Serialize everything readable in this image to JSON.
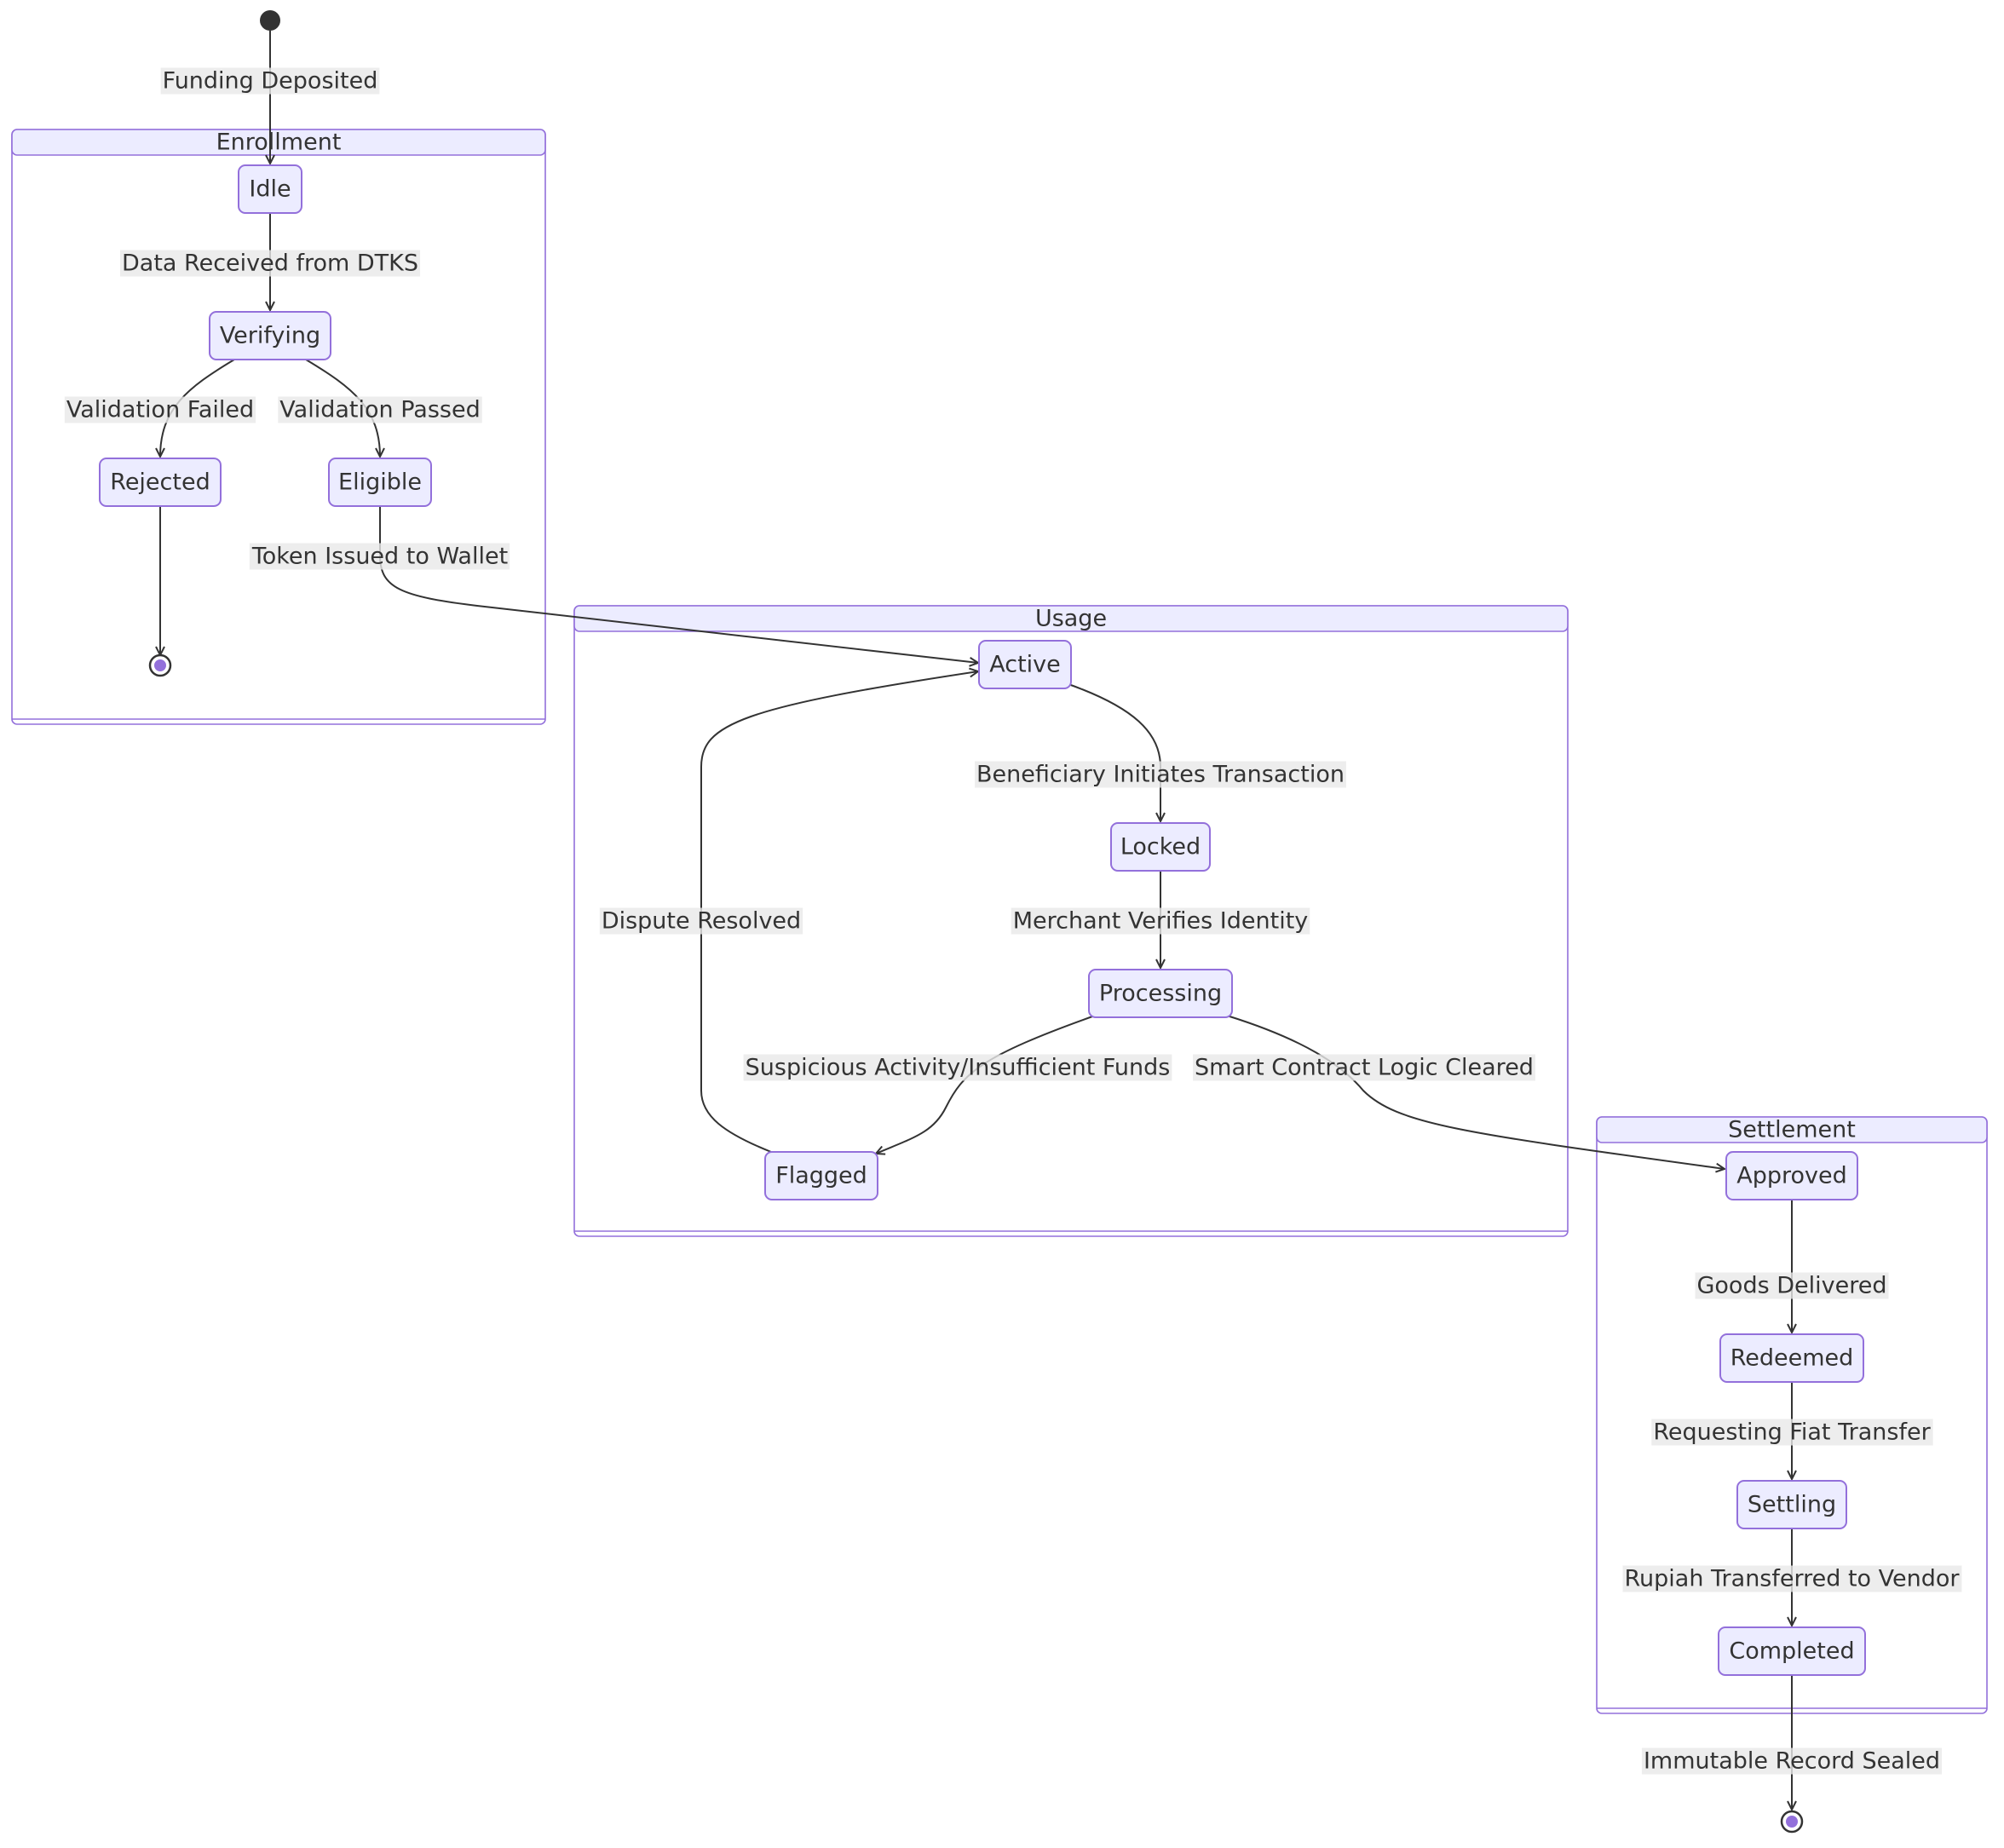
{
  "colors": {
    "state_fill": "#ececff",
    "state_stroke": "#9370db",
    "edge": "#333333",
    "text": "#333333",
    "label_bg": "#e8e8e8",
    "end_inner": "#9370db"
  },
  "clusters": {
    "enrollment": "Enrollment",
    "usage": "Usage",
    "settlement": "Settlement"
  },
  "states": {
    "idle": "Idle",
    "verifying": "Verifying",
    "rejected": "Rejected",
    "eligible": "Eligible",
    "active": "Active",
    "locked": "Locked",
    "processing": "Processing",
    "flagged": "Flagged",
    "approved": "Approved",
    "redeemed": "Redeemed",
    "settling": "Settling",
    "completed": "Completed"
  },
  "transitions": {
    "funding_deposited": "Funding Deposited",
    "data_received": "Data Received from DTKS",
    "validation_failed": "Validation Failed",
    "validation_passed": "Validation Passed",
    "token_issued": "Token Issued to Wallet",
    "beneficiary_initiates": "Beneficiary Initiates Transaction",
    "merchant_verifies": "Merchant Verifies Identity",
    "suspicious_activity": "Suspicious Activity/Insufficient Funds",
    "smart_contract_cleared": "Smart Contract Logic Cleared",
    "dispute_resolved": "Dispute Resolved",
    "goods_delivered": "Goods Delivered",
    "requesting_fiat": "Requesting Fiat Transfer",
    "rupiah_transferred": "Rupiah Transferred to Vendor",
    "record_sealed": "Immutable Record Sealed"
  }
}
